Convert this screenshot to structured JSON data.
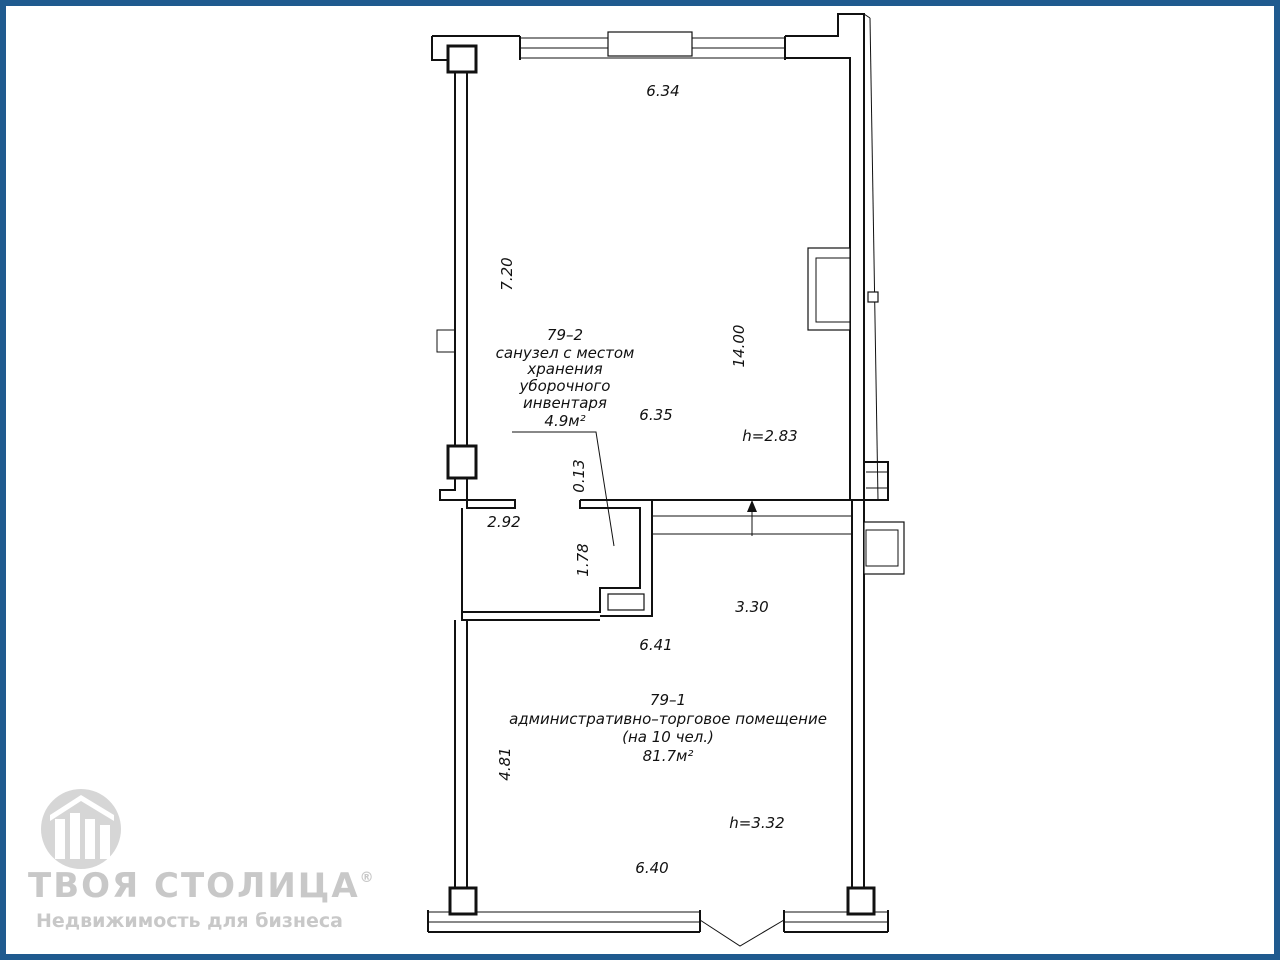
{
  "rooms": [
    {
      "id": "79-2",
      "number": "79–2",
      "description": [
        "санузел с местом",
        "хранения",
        "уборочного",
        "инвентаря"
      ],
      "area": "4.9м²"
    },
    {
      "id": "79-1",
      "number": "79–1",
      "description": [
        "административно–торговое помещение",
        "(на 10 чел.)"
      ],
      "area": "81.7м²"
    }
  ],
  "dimensions": {
    "top_width": "6.34",
    "left_upper_height": "7.20",
    "right_length": "14.00",
    "mid_width": "6.35",
    "bath_wall": "0.13",
    "bath_width": "2.92",
    "bath_depth": "1.78",
    "corridor": "3.30",
    "lower_width": "6.41",
    "left_lower_height": "4.81",
    "bottom_width": "6.40"
  },
  "ceiling_heights": {
    "upper": "h=2.83",
    "lower": "h=3.32"
  },
  "watermark": {
    "brand": "ТВОЯ СТОЛИЦА",
    "registered_mark": "®",
    "tagline": "Недвижимость для бизнеса"
  },
  "colors": {
    "frame": "#1f5a8f",
    "lines": "#111111",
    "watermark": "#c8c8c8"
  }
}
